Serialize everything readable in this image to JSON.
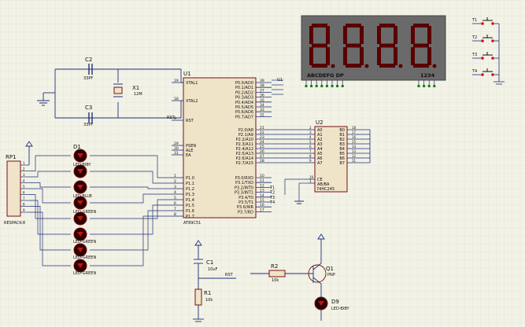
{
  "colors": {
    "background": "#f2f2e6",
    "grid": "#dcdccc",
    "wire": "#1f2f7a",
    "body_border": "#7a1010",
    "body_fill": "#efe3c8",
    "display_bg": "#6a6a6a",
    "seg_off": "#5a0000",
    "led_body": "#2a0000",
    "led_glow": "#cc1010",
    "label_dark": "#111111"
  },
  "u1": {
    "ref": "U1",
    "part": "AT89C51",
    "left_pins": [
      {
        "num": "19",
        "name": "XTAL1"
      },
      {
        "num": "18",
        "name": "XTAL2"
      },
      {
        "num": "9",
        "name": "RST"
      },
      {
        "num": "29",
        "name": "PSEN"
      },
      {
        "num": "30",
        "name": "ALE"
      },
      {
        "num": "31",
        "name": "EA"
      },
      {
        "num": "1",
        "name": "P1.0"
      },
      {
        "num": "2",
        "name": "P1.1"
      },
      {
        "num": "3",
        "name": "P1.2"
      },
      {
        "num": "4",
        "name": "P1.3"
      },
      {
        "num": "5",
        "name": "P1.4"
      },
      {
        "num": "6",
        "name": "P1.5"
      },
      {
        "num": "7",
        "name": "P1.6"
      },
      {
        "num": "8",
        "name": "P1.7"
      }
    ],
    "right_pins": [
      {
        "num": "39",
        "name": "P0.0/AD0"
      },
      {
        "num": "38",
        "name": "P0.1/AD1"
      },
      {
        "num": "37",
        "name": "P0.2/AD2"
      },
      {
        "num": "36",
        "name": "P0.3/AD3"
      },
      {
        "num": "35",
        "name": "P0.4/AD4"
      },
      {
        "num": "34",
        "name": "P0.5/AD5"
      },
      {
        "num": "33",
        "name": "P0.6/AD6"
      },
      {
        "num": "32",
        "name": "P0.7/AD7"
      },
      {
        "num": "21",
        "name": "P2.0/A8"
      },
      {
        "num": "22",
        "name": "P2.1/A9"
      },
      {
        "num": "23",
        "name": "P2.2/A10"
      },
      {
        "num": "24",
        "name": "P2.3/A11"
      },
      {
        "num": "25",
        "name": "P2.4/A12"
      },
      {
        "num": "26",
        "name": "P2.5/A13"
      },
      {
        "num": "27",
        "name": "P2.6/A14"
      },
      {
        "num": "28",
        "name": "P2.7/A15"
      },
      {
        "num": "10",
        "name": "P3.0/RXD"
      },
      {
        "num": "11",
        "name": "P3.1/TXD"
      },
      {
        "num": "12",
        "name": "P3.2/INT0"
      },
      {
        "num": "13",
        "name": "P3.3/INT1"
      },
      {
        "num": "14",
        "name": "P3.4/T0"
      },
      {
        "num": "15",
        "name": "P3.5/T1"
      },
      {
        "num": "16",
        "name": "P3.6/WR"
      },
      {
        "num": "17",
        "name": "P3.7/RD"
      }
    ],
    "rst_net": "RST",
    "g1_label": "G1",
    "t_labels": [
      "T1",
      "T2",
      "T3",
      "T4"
    ]
  },
  "u2": {
    "ref": "U2",
    "part": "74HC245",
    "a_pins": [
      {
        "num": "2",
        "name": "A0"
      },
      {
        "num": "3",
        "name": "A1"
      },
      {
        "num": "4",
        "name": "A2"
      },
      {
        "num": "5",
        "name": "A3"
      },
      {
        "num": "6",
        "name": "A4"
      },
      {
        "num": "7",
        "name": "A5"
      },
      {
        "num": "8",
        "name": "A6"
      },
      {
        "num": "9",
        "name": "A7"
      }
    ],
    "b_pins": [
      {
        "num": "18",
        "name": "B0"
      },
      {
        "num": "17",
        "name": "B1"
      },
      {
        "num": "16",
        "name": "B2"
      },
      {
        "num": "15",
        "name": "B3"
      },
      {
        "num": "14",
        "name": "B4"
      },
      {
        "num": "13",
        "name": "B5"
      },
      {
        "num": "12",
        "name": "B6"
      },
      {
        "num": "11",
        "name": "B7"
      }
    ],
    "ce": {
      "num": "19",
      "name": "CE"
    },
    "ab": {
      "num": "1",
      "name": "AB/BA"
    }
  },
  "display": {
    "segment_label": "ABCDEFG DP",
    "digit_label": "1234"
  },
  "rp1": {
    "ref": "RP1",
    "part": "RESPACK-8",
    "pins": [
      "1",
      "2",
      "3",
      "4",
      "5",
      "6",
      "7",
      "8",
      "9"
    ]
  },
  "leds": {
    "ref": "D1",
    "labels": [
      "LED-BIBY",
      "LED-BLUE",
      "LED-GREEN",
      "LED-GREEN",
      "LED-GREEN",
      "LED-GREEN"
    ]
  },
  "c2": {
    "ref": "C2",
    "value": "33PF"
  },
  "c3": {
    "ref": "C3",
    "value": "33PF"
  },
  "x1": {
    "ref": "X1",
    "value": "12M"
  },
  "c1": {
    "ref": "C1",
    "value": "10uF"
  },
  "r1": {
    "ref": "R1",
    "value": "10k"
  },
  "r2": {
    "ref": "R2",
    "value": "10k"
  },
  "q1": {
    "ref": "Q1",
    "part": "PNP"
  },
  "d9": {
    "ref": "D9",
    "part": "LED-BIBY"
  },
  "rst_net": "RST",
  "switches": {
    "labels": [
      "T1",
      "T2",
      "T3",
      "T4"
    ]
  }
}
